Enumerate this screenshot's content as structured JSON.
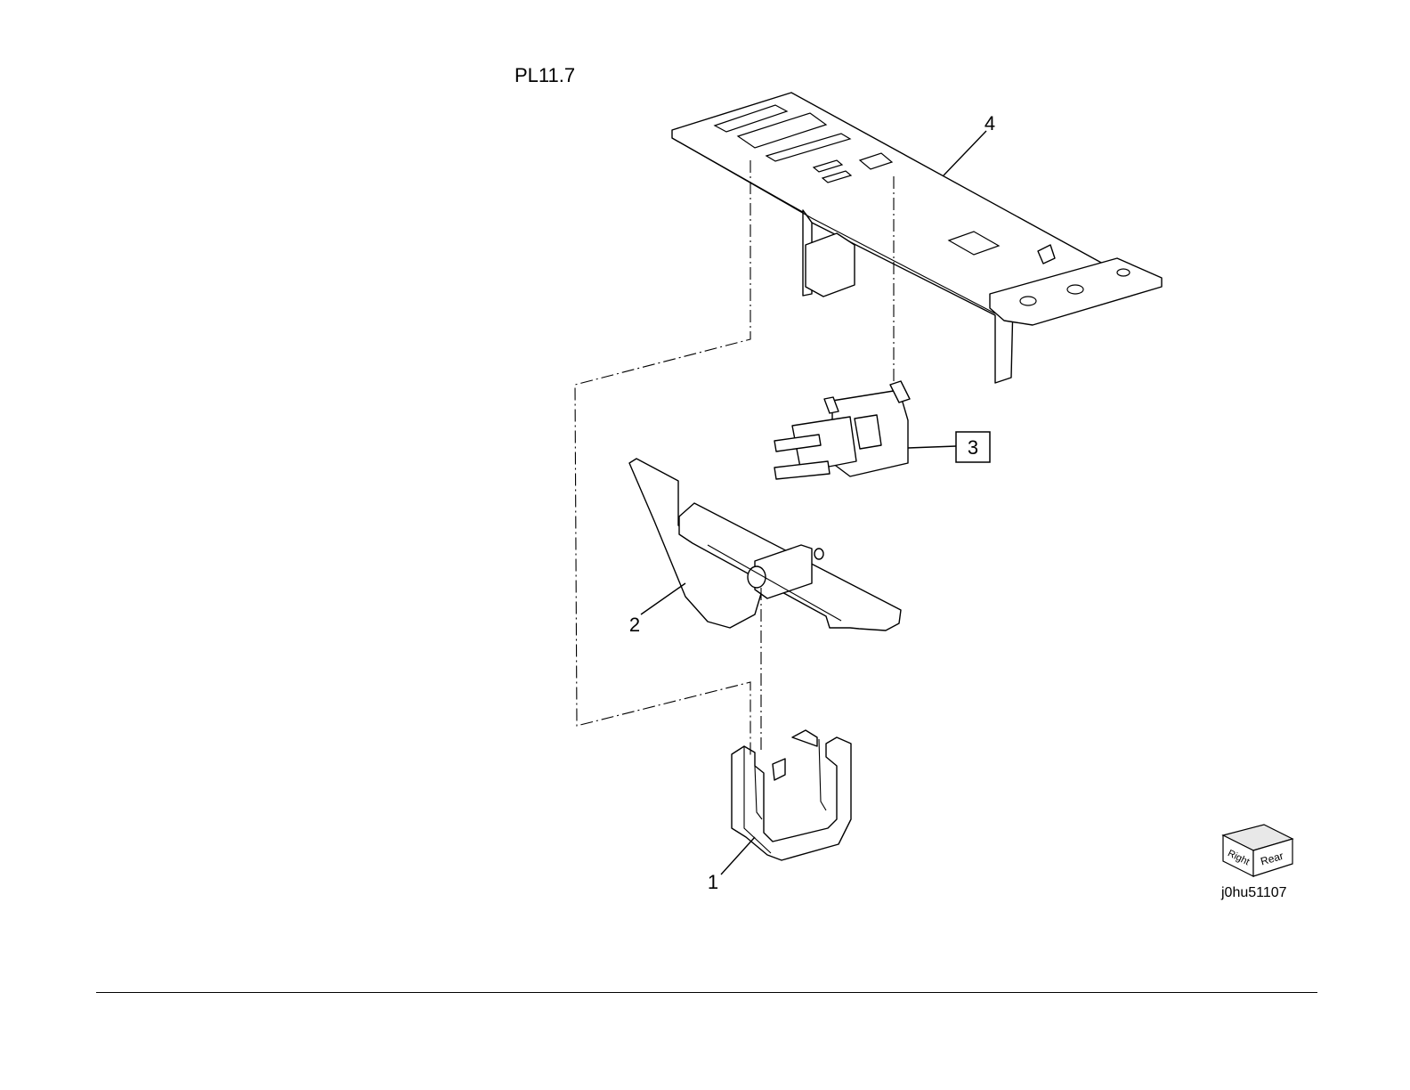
{
  "plate": {
    "title": "PL11.7"
  },
  "callouts": [
    {
      "id": "1",
      "label": "1",
      "boxed": false
    },
    {
      "id": "2",
      "label": "2",
      "boxed": false
    },
    {
      "id": "3",
      "label": "3",
      "boxed": true
    },
    {
      "id": "4",
      "label": "4",
      "boxed": false
    }
  ],
  "orientation_cube": {
    "right_label": "Right",
    "rear_label": "Rear"
  },
  "figure": {
    "id": "j0hu51107"
  }
}
